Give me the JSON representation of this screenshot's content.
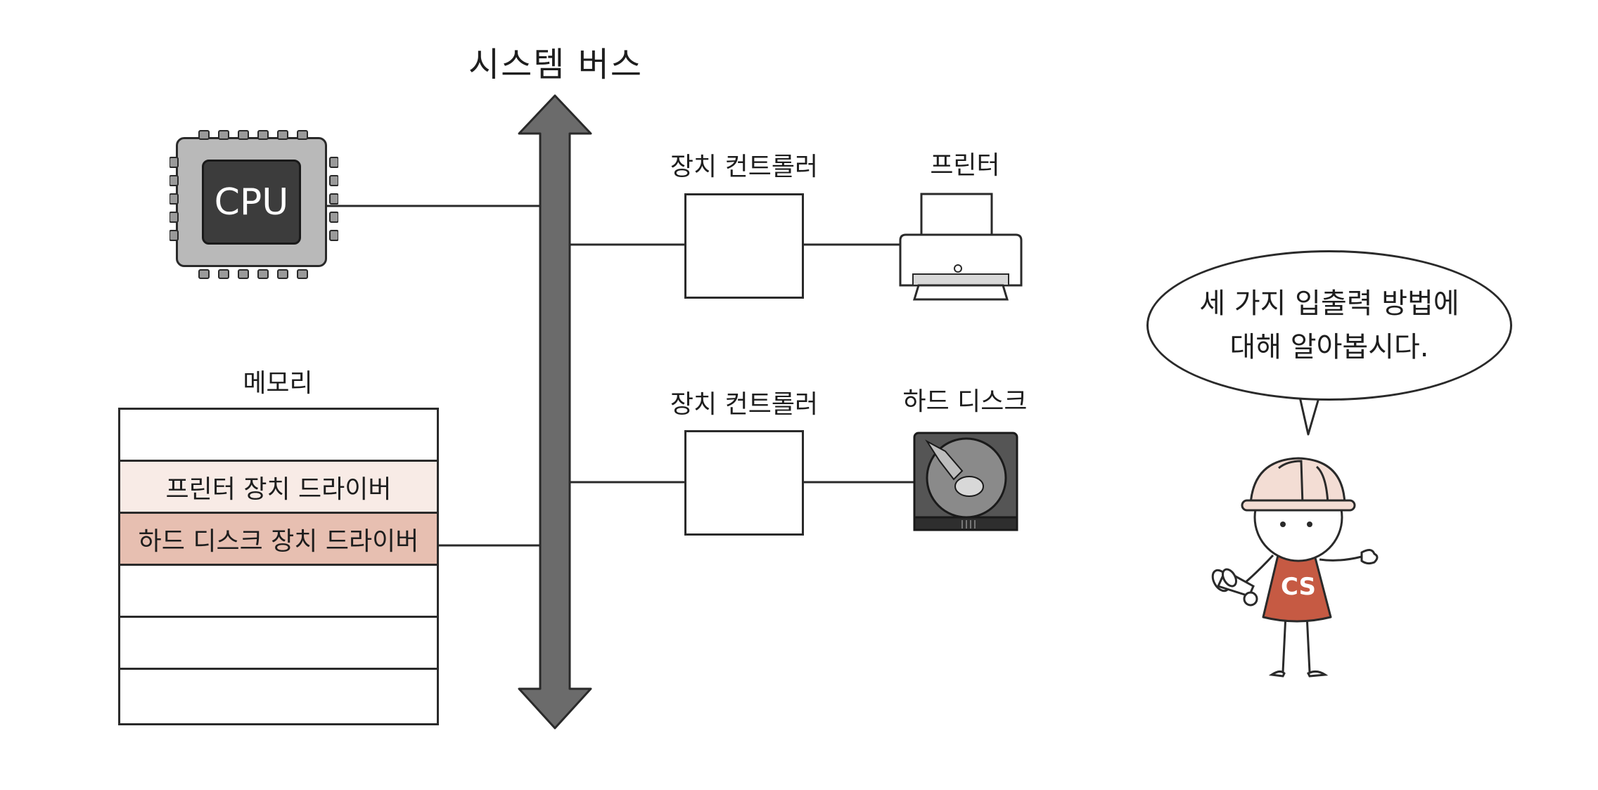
{
  "diagram": {
    "bus_title": "시스템 버스",
    "cpu_label": "CPU",
    "controller_labels": [
      "장치 컨트롤러",
      "장치 컨트롤러"
    ],
    "devices": {
      "printer": "프린터",
      "hard_disk": "하드 디스크"
    },
    "memory": {
      "label": "메모리",
      "slots": [
        "",
        "프린터 장치 드라이버",
        "하드 디스크 장치 드라이버",
        "",
        "",
        ""
      ]
    },
    "speech_bubble": {
      "line1": "세 가지 입출력 방법에",
      "line2": "대해 알아봅시다."
    },
    "character_shirt_text": "CS"
  },
  "colors": {
    "bus": "#6b6b6b",
    "cpu_chip": "#b9b9b9",
    "cpu_core": "#3c3c3c",
    "printer_driver": "#f8ebe6",
    "disk_driver": "#e7bfb1",
    "character_shirt": "#c65a43",
    "helmet": "#f3ddd4"
  }
}
